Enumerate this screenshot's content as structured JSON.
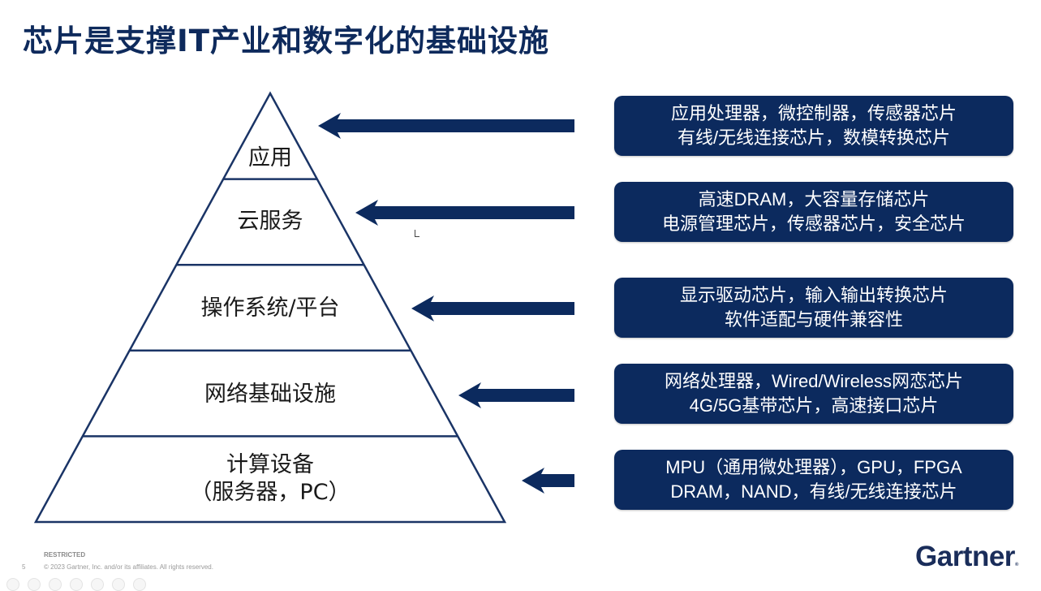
{
  "title": "芯片是支撑IT产业和数字化的基础设施",
  "pyramid": {
    "layers": [
      {
        "lines": [
          "应用"
        ]
      },
      {
        "lines": [
          "云服务"
        ]
      },
      {
        "lines": [
          "操作系统/平台"
        ]
      },
      {
        "lines": [
          "网络基础设施"
        ]
      },
      {
        "lines": [
          "计算设备",
          "（服务器，PC）"
        ]
      }
    ]
  },
  "chip_boxes": [
    {
      "lines": [
        "应用处理器，微控制器，传感器芯片",
        "有线/无线连接芯片，数模转换芯片"
      ]
    },
    {
      "lines": [
        "高速DRAM，大容量存储芯片",
        "电源管理芯片，传感器芯片，安全芯片"
      ]
    },
    {
      "lines": [
        "显示驱动芯片，输入输出转换芯片",
        "软件适配与硬件兼容性"
      ]
    },
    {
      "lines": [
        "网络处理器，Wired/Wireless网恋芯片",
        "4G/5G基带芯片，高速接口芯片"
      ]
    },
    {
      "lines": [
        "MPU（通用微处理器），GPU，FPGA",
        "DRAM，NAND，有线/无线连接芯片"
      ]
    }
  ],
  "footer": {
    "classification": "RESTRICTED",
    "page_number": "5",
    "copyright": "© 2023 Gartner, Inc. and/or its affiliates. All rights reserved."
  },
  "brand": {
    "logo_text": "Gartner",
    "logo_mark": "®"
  },
  "colors": {
    "primary_navy": "#0c2a5e",
    "title_navy": "#0e2a5c",
    "pyramid_stroke": "#1a3466",
    "background": "#ffffff"
  }
}
